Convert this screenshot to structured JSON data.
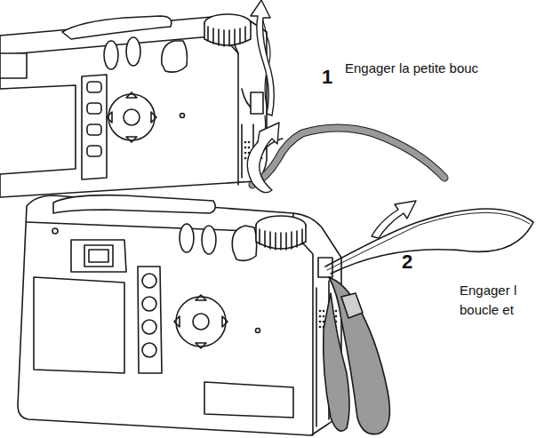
{
  "diagram": {
    "labels": [
      "1",
      "Engager la petite bouc",
      "2",
      "Engager l",
      "boucle et"
    ]
  }
}
